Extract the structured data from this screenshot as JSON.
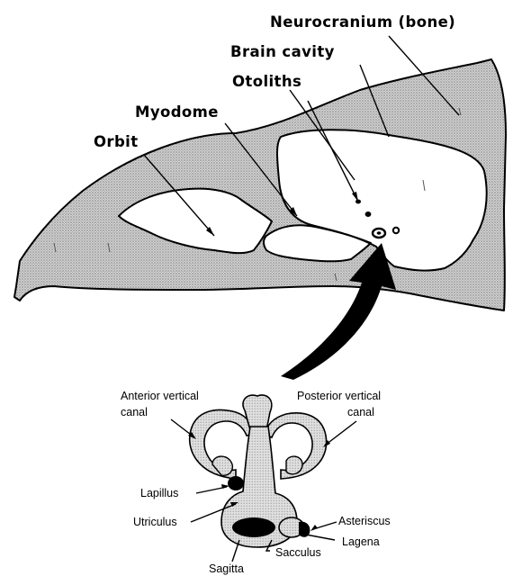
{
  "skull_labels": {
    "neurocranium": "Neurocranium (bone)",
    "brain_cavity": "Brain cavity",
    "otoliths": "Otoliths",
    "myodome": "Myodome",
    "orbit": "Orbit"
  },
  "ear_labels": {
    "anterior_line1": "Anterior vertical",
    "anterior_line2": "canal",
    "posterior_line1": "Posterior vertical",
    "posterior_line2": "canal",
    "lapillus": "Lapillus",
    "utriculus": "Utriculus",
    "asteriscus": "Asteriscus",
    "lagena": "Lagena",
    "sacculus": "Sacculus",
    "sagitta": "Sagitta"
  },
  "colors": {
    "bone_fill": "#c9c9c9",
    "ink": "#000000",
    "cavity": "#ffffff"
  }
}
